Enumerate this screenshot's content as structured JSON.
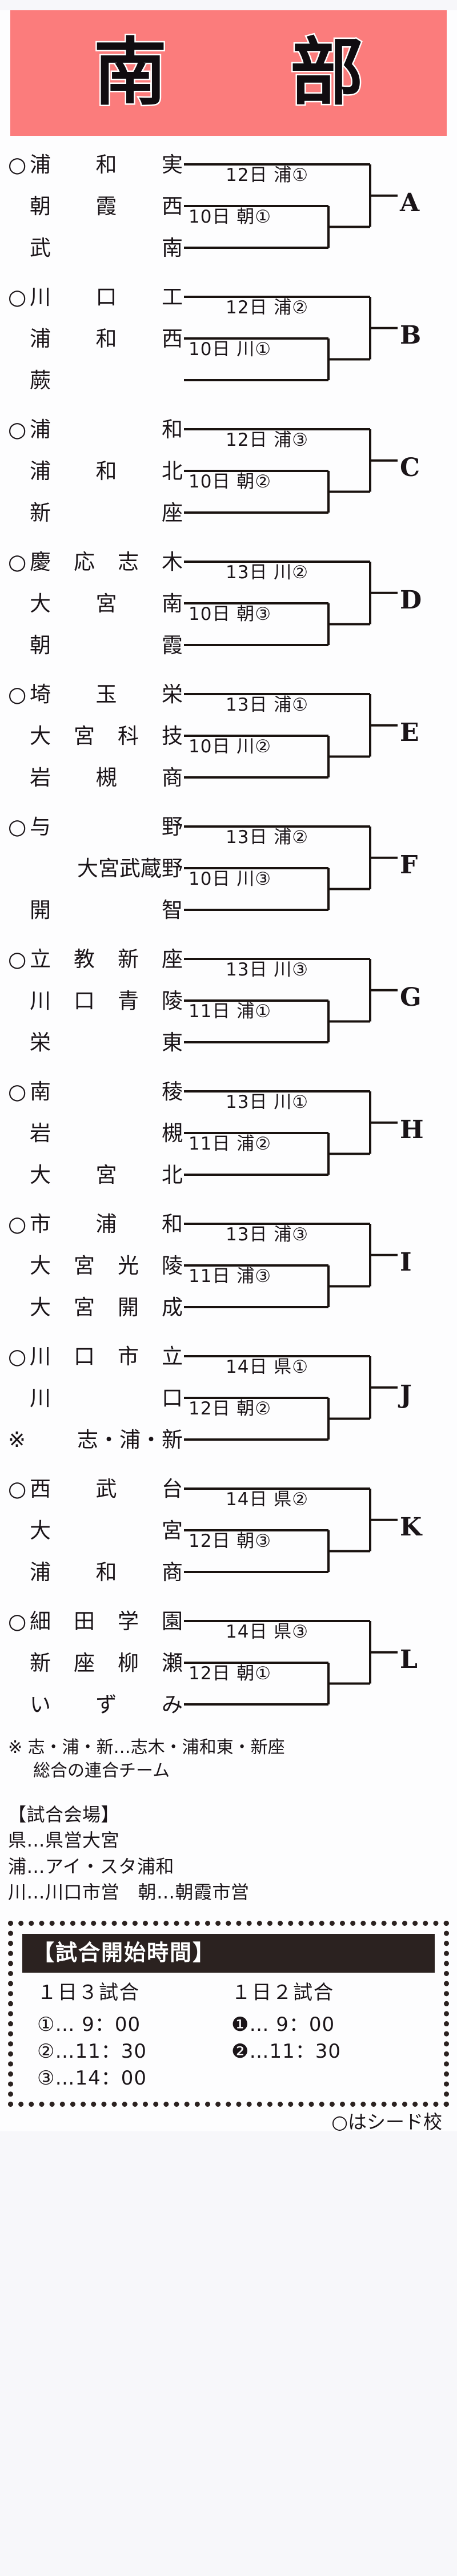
{
  "header": {
    "title": "南　部"
  },
  "bracket": {
    "blocks": [
      {
        "letter": "A",
        "teams": [
          {
            "seed": "○",
            "name": "浦和実"
          },
          {
            "seed": "",
            "name": "朝霞西"
          },
          {
            "seed": "",
            "name": "武南"
          }
        ],
        "match_top": "12日 浦①",
        "match_bottom": "10日 朝①"
      },
      {
        "letter": "B",
        "teams": [
          {
            "seed": "○",
            "name": "川口工"
          },
          {
            "seed": "",
            "name": "浦和西"
          },
          {
            "seed": "",
            "name": "蕨"
          }
        ],
        "match_top": "12日 浦②",
        "match_bottom": "10日 川①"
      },
      {
        "letter": "C",
        "teams": [
          {
            "seed": "○",
            "name": "浦和"
          },
          {
            "seed": "",
            "name": "浦和北"
          },
          {
            "seed": "",
            "name": "新座"
          }
        ],
        "match_top": "12日 浦③",
        "match_bottom": "10日 朝②"
      },
      {
        "letter": "D",
        "teams": [
          {
            "seed": "○",
            "name": "慶応志木"
          },
          {
            "seed": "",
            "name": "大宮南"
          },
          {
            "seed": "",
            "name": "朝霞"
          }
        ],
        "match_top": "13日 川②",
        "match_bottom": "10日 朝③"
      },
      {
        "letter": "E",
        "teams": [
          {
            "seed": "○",
            "name": "埼玉栄"
          },
          {
            "seed": "",
            "name": "大宮科技"
          },
          {
            "seed": "",
            "name": "岩槻商"
          }
        ],
        "match_top": "13日 浦①",
        "match_bottom": "10日 川②"
      },
      {
        "letter": "F",
        "teams": [
          {
            "seed": "○",
            "name": "与野"
          },
          {
            "seed": "",
            "name": "大宮武蔵野"
          },
          {
            "seed": "",
            "name": "開智"
          }
        ],
        "match_top": "13日 浦②",
        "match_bottom": "10日 川③"
      },
      {
        "letter": "G",
        "teams": [
          {
            "seed": "○",
            "name": "立教新座"
          },
          {
            "seed": "",
            "name": "川口青陵"
          },
          {
            "seed": "",
            "name": "栄東"
          }
        ],
        "match_top": "13日 川③",
        "match_bottom": "11日 浦①"
      },
      {
        "letter": "H",
        "teams": [
          {
            "seed": "○",
            "name": "南稜"
          },
          {
            "seed": "",
            "name": "岩槻"
          },
          {
            "seed": "",
            "name": "大宮北"
          }
        ],
        "match_top": "13日 川①",
        "match_bottom": "11日 浦②"
      },
      {
        "letter": "I",
        "teams": [
          {
            "seed": "○",
            "name": "市浦和"
          },
          {
            "seed": "",
            "name": "大宮光陵"
          },
          {
            "seed": "",
            "name": "大宮開成"
          }
        ],
        "match_top": "13日 浦③",
        "match_bottom": "11日 浦③"
      },
      {
        "letter": "J",
        "teams": [
          {
            "seed": "○",
            "name": "川口市立"
          },
          {
            "seed": "",
            "name": "川口"
          },
          {
            "seed": "※",
            "name": "志・浦・新"
          }
        ],
        "match_top": "14日 県①",
        "match_bottom": "12日 朝②"
      },
      {
        "letter": "K",
        "teams": [
          {
            "seed": "○",
            "name": "西武台"
          },
          {
            "seed": "",
            "name": "大宮"
          },
          {
            "seed": "",
            "name": "浦和商"
          }
        ],
        "match_top": "14日 県②",
        "match_bottom": "12日 朝③"
      },
      {
        "letter": "L",
        "teams": [
          {
            "seed": "○",
            "name": "細田学園"
          },
          {
            "seed": "",
            "name": "新座柳瀬"
          },
          {
            "seed": "",
            "name": "いずみ"
          }
        ],
        "match_top": "14日 県③",
        "match_bottom": "12日 朝①"
      }
    ]
  },
  "note": {
    "line1": "※ 志・浦・新…志木・浦和東・新座",
    "line2": "総合の連合チーム"
  },
  "venues": {
    "title": "【試合会場】",
    "line1": "県…県営大宮",
    "line2": "浦…アイ・スタ浦和",
    "line3": "川…川口市営　朝…朝霞市営"
  },
  "times": {
    "title": "【試合開始時間】",
    "col_three": {
      "head": "１日３試合",
      "rows": [
        "①… 9：00",
        "②…11：30",
        "③…14：00"
      ]
    },
    "col_two": {
      "head": "１日２試合",
      "rows": [
        "❶… 9：00",
        "❷…11：30"
      ]
    }
  },
  "footer": {
    "seed_legend": "○はシード校"
  }
}
